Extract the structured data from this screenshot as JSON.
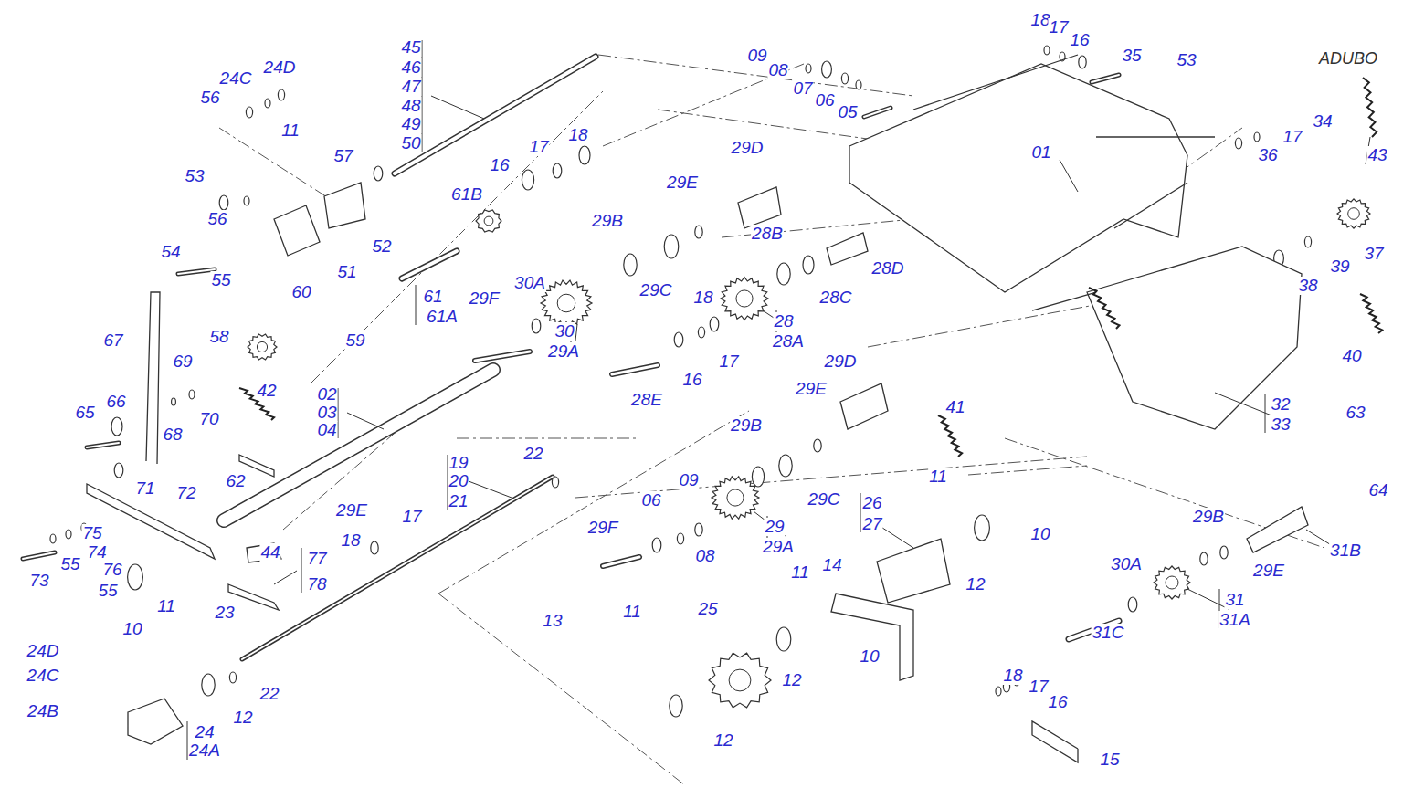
{
  "diagram": {
    "labels": [
      "45",
      "46",
      "47",
      "48",
      "49",
      "50",
      "24C",
      "24D",
      "56",
      "11",
      "57",
      "18",
      "17",
      "16",
      "29D",
      "29E",
      "53",
      "56",
      "52",
      "51",
      "54",
      "55",
      "61B",
      "29B",
      "29C",
      "28B",
      "28D",
      "28C",
      "60",
      "59",
      "58",
      "61",
      "61A",
      "29F",
      "30A",
      "30",
      "29A",
      "18",
      "28",
      "28A",
      "16",
      "17",
      "28E",
      "67",
      "69",
      "42",
      "02",
      "03",
      "04",
      "29D",
      "29E",
      "66",
      "65",
      "68",
      "70",
      "41",
      "29B",
      "29C",
      "19",
      "20",
      "21",
      "22",
      "62",
      "71",
      "72",
      "29E",
      "17",
      "18",
      "06",
      "09",
      "29",
      "29A",
      "08",
      "29F",
      "26",
      "27",
      "11",
      "10",
      "12",
      "75",
      "55",
      "74",
      "76",
      "55",
      "73",
      "44",
      "77",
      "78",
      "14",
      "11",
      "13",
      "11",
      "25",
      "10",
      "11",
      "23",
      "10",
      "12",
      "22",
      "12",
      "24D",
      "24C",
      "24B",
      "24",
      "24A",
      "12",
      "18",
      "17",
      "16",
      "15",
      "09",
      "08",
      "07",
      "06",
      "05",
      "18",
      "17",
      "16",
      "35",
      "53",
      "ADUBO",
      "01",
      "34",
      "17",
      "36",
      "43",
      "37",
      "39",
      "38",
      "40",
      "32",
      "33",
      "63",
      "64",
      "31B",
      "29B",
      "29E",
      "30A",
      "31",
      "31A",
      "31C"
    ]
  }
}
